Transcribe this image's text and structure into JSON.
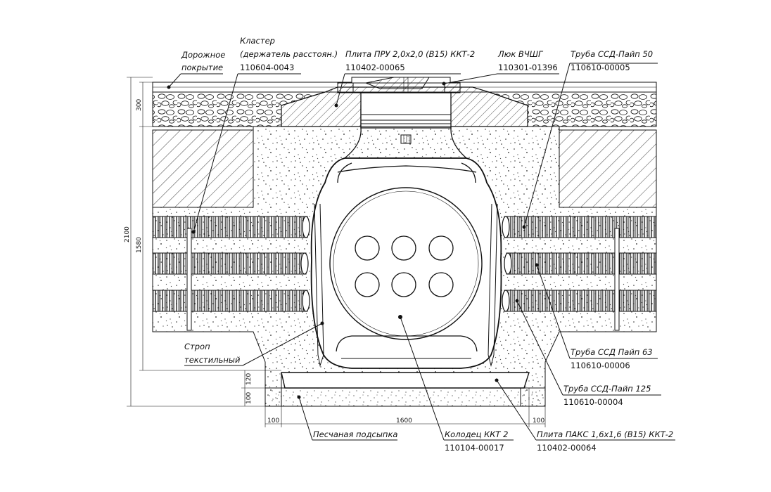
{
  "labels": {
    "road_surface": [
      "Дорожное",
      "покрытие"
    ],
    "cluster": [
      "Кластер",
      "(держатель расстоян.)",
      "110604-0043"
    ],
    "plate_pru": [
      "Плита ПРУ 2,0х2,0 (В15) ККТ-2",
      "110402-00065"
    ],
    "hatch": [
      "Люк ВЧШГ",
      "110301-01396"
    ],
    "pipe_50": [
      "Труба ССД-Пайп 50",
      "110610-00005"
    ],
    "pipe_63": [
      "Труба ССД Пайп 63",
      "110610-00006"
    ],
    "pipe_125": [
      "Труба ССД-Пайп 125",
      "110610-00004"
    ],
    "sling": [
      "Строп",
      "текстильный"
    ],
    "sand_bed": [
      "Песчаная подсыпка"
    ],
    "well": [
      "Колодец ККТ 2",
      "110104-00017"
    ],
    "plate_paks": [
      "Плита ПАКС 1,6х1,6 (В15) ККТ-2",
      "110402-00064"
    ]
  },
  "dimensions": {
    "total_height": "2100",
    "pipe_zone": "1580",
    "top_layer": "300",
    "plate": "120",
    "sand": "100",
    "bottom_left": "100",
    "bottom_middle": "1600",
    "bottom_right": "100"
  }
}
